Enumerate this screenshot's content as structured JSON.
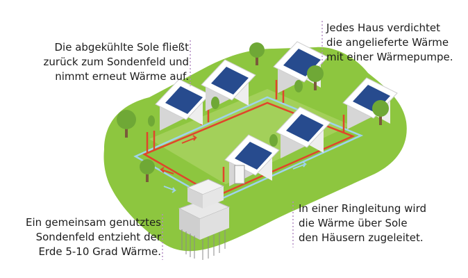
{
  "callouts": {
    "top_left": "Die abgekühlte Sole fließt\nzurück zum Sondenfeld und\nnimmt erneut Wärme auf.",
    "top_right": "Jedes Haus verdichtet\ndie angelieferte Wärme\nmit einer Wärmepumpe.",
    "bottom_left": "Ein gemeinsam genutztes\nSondenfeld entzieht der\nErde 5-10 Grad Wärme.",
    "bottom_right": "In einer Ringleitung wird\ndie Wärme über Sole\nden Häusern zugeleitet."
  },
  "colors": {
    "grass": "#8dc63f",
    "field": "#a3d05a",
    "warm_pipe": "#e0452b",
    "cold_pipe": "#9fd3ec",
    "callout_rule": "#b48bc4"
  }
}
